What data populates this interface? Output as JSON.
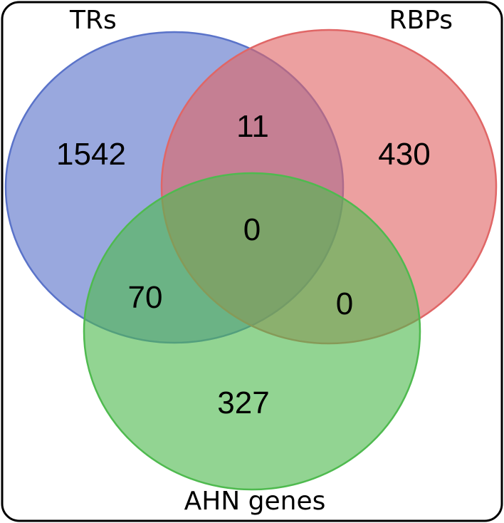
{
  "diagram": {
    "type": "venn3",
    "sets": [
      {
        "id": "trs",
        "label": "TRs",
        "color": "#5a73c9"
      },
      {
        "id": "rbps",
        "label": "RBPs",
        "color": "#e06666"
      },
      {
        "id": "ahn",
        "label": "AHN genes",
        "color": "#4fba4f"
      }
    ],
    "regions": {
      "trs_only": "1542",
      "rbps_only": "430",
      "ahn_only": "327",
      "trs_rbps": "11",
      "trs_ahn": "70",
      "rbps_ahn": "0",
      "all_three": "0"
    },
    "frame_color": "#000000"
  }
}
